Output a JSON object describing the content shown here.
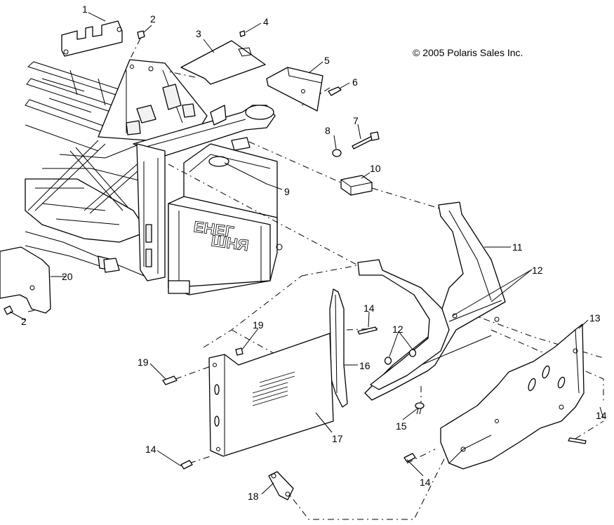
{
  "copyright": "© 2005 Polaris Sales Inc.",
  "callouts": {
    "c1": "1",
    "c2a": "2",
    "c2b": "2",
    "c3": "3",
    "c4": "4",
    "c5": "5",
    "c6": "6",
    "c7": "7",
    "c8": "8",
    "c9": "9",
    "c10": "10",
    "c11": "11",
    "c12a": "12",
    "c12b": "12",
    "c13": "13",
    "c14a": "14",
    "c14b": "14",
    "c14c": "14",
    "c14d": "14",
    "c15": "15",
    "c16": "16",
    "c17": "17",
    "c18": "18",
    "c19a": "19",
    "c19b": "19",
    "c20": "20"
  }
}
